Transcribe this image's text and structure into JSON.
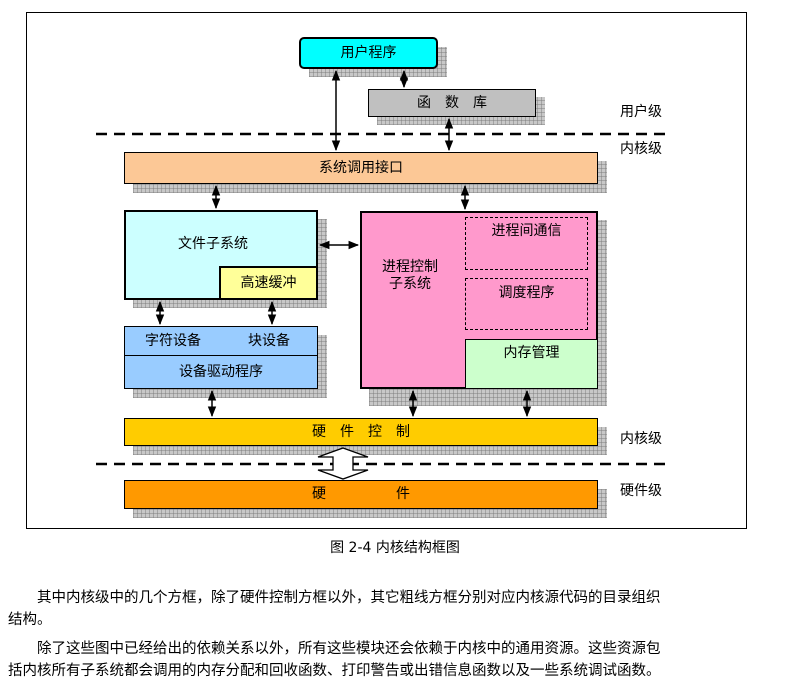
{
  "diagram": {
    "nodes": {
      "user_program": "用户程序",
      "function_lib": "函　数　库",
      "syscall_interface": "系统调用接口",
      "file_subsystem": "文件子系统",
      "buffer_cache": "高速缓冲",
      "char_device": "字符设备",
      "block_device": "块设备",
      "device_driver": "设备驱动程序",
      "process_control": "进程控制\n子系统",
      "ipc": "进程间通信",
      "scheduler": "调度程序",
      "memory_mgmt": "内存管理",
      "hardware_control": "硬　件　控　制",
      "hardware": "硬　　　　　件"
    },
    "levels": {
      "user": "用户级",
      "kernel_top": "内核级",
      "kernel_bottom": "内核级",
      "hardware": "硬件级"
    },
    "colors": {
      "user_program": "#00ffff",
      "function_lib": "#c0c0c0",
      "syscall_interface": "#fcc896",
      "file_subsystem": "#ccffff",
      "buffer_cache": "#ffff99",
      "device": "#99ccff",
      "process_control": "#ff99cc",
      "memory_mgmt": "#ccffcc",
      "hardware_control": "#ffcc00",
      "hardware": "#ff9900"
    }
  },
  "caption": "图 2-4 内核结构框图",
  "body_text": {
    "para1_line1": "　　其中内核级中的几个方框，除了硬件控制方框以外，其它粗线方框分别对应内核源代码的目录组织",
    "para1_line2": "结构。",
    "para2_line1": "　　除了这些图中已经给出的依赖关系以外，所有这些模块还会依赖于内核中的通用资源。这些资源包",
    "para2_line2": "括内核所有子系统都会调用的内存分配和回收函数、打印警告或出错信息函数以及一些系统调试函数。"
  }
}
